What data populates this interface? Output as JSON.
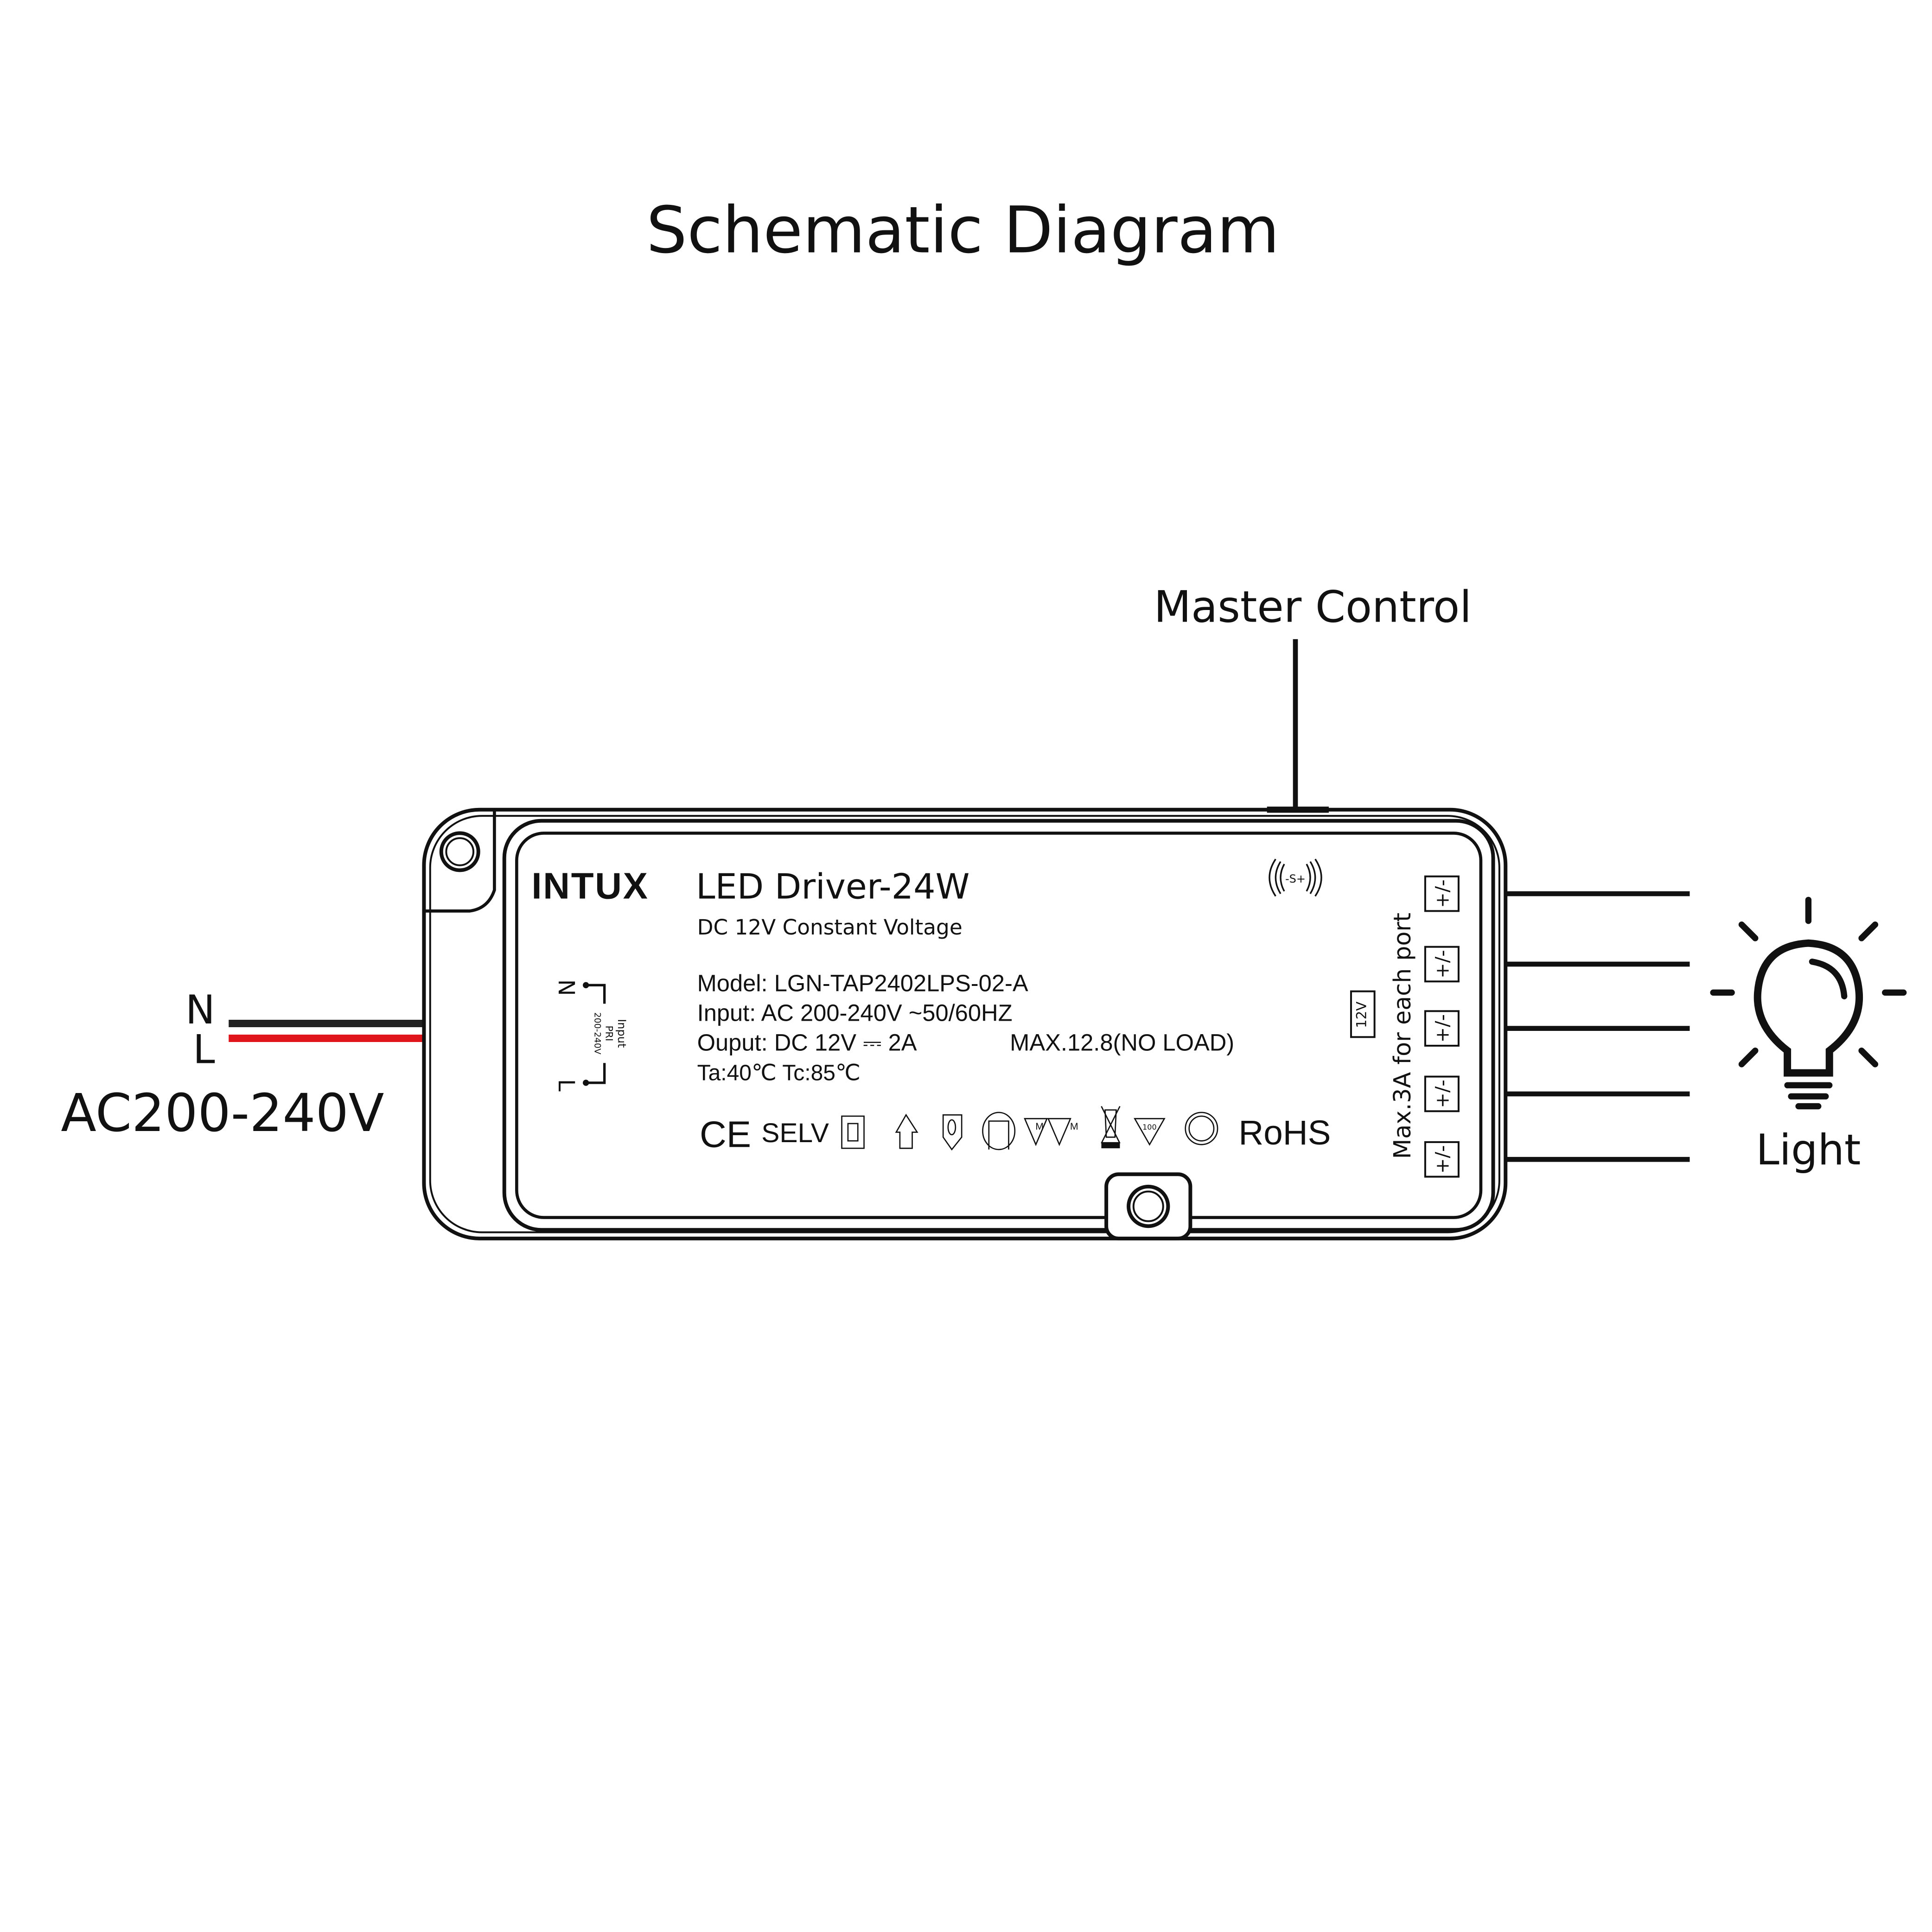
{
  "title": "Schematic Diagram",
  "master_control_label": "Master Control",
  "input": {
    "n_label": "N",
    "l_label": "L",
    "voltage_label": "AC200-240V",
    "wire_colors": {
      "n": "#222222",
      "l": "#e0141b"
    }
  },
  "light_label": "Light",
  "driver": {
    "brand": "INTUX",
    "product": "LED Driver-24W",
    "subtitle": "DC 12V Constant Voltage",
    "model": "Model:  LGN-TAP2402LPS-02-A",
    "input_spec": "Input:  AC 200-240V ~50/60HZ",
    "output_spec": "Ouput: DC 12V ⎓ 2A",
    "max_spec": "MAX.12.8(NO LOAD)",
    "temps": "Ta:40℃   Tc:85℃",
    "terminal_n": "N",
    "terminal_l": "L",
    "terminal_input_label": "Input",
    "terminal_pri_label": "PRI",
    "terminal_voltage_label": "200-240V",
    "sensor_label": "-S+",
    "output_voltage_badge": "12V",
    "port_note": "Max.3A for each port",
    "port_symbol": "+/-",
    "ports": 5,
    "cert": {
      "ce": "CE",
      "selv": "SELV",
      "rohs": "RoHS",
      "cert_100": "100",
      "m": "M"
    }
  }
}
